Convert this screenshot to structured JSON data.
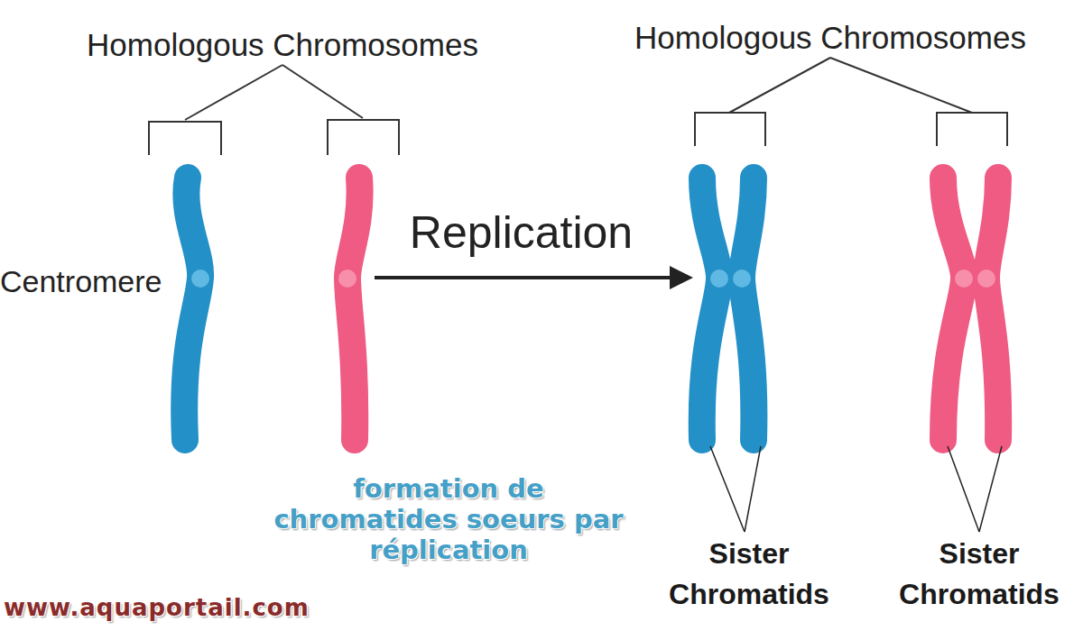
{
  "diagram": {
    "nodes": [
      {
        "text": [
          "Homologous Chromosomes"
        ]
      },
      {
        "text": [
          "Homologous Chromosomes"
        ]
      }
    ],
    "edges": [
      {
        "from": 0,
        "to": 1,
        "label": "Replication",
        "arrow": "to"
      }
    ],
    "labels": [
      "Centromere",
      "formation de chromatides soeurs par réplication",
      "Sister Chromatids",
      "Sister Chromatids",
      "www.aquaportail.com"
    ]
  }
}
